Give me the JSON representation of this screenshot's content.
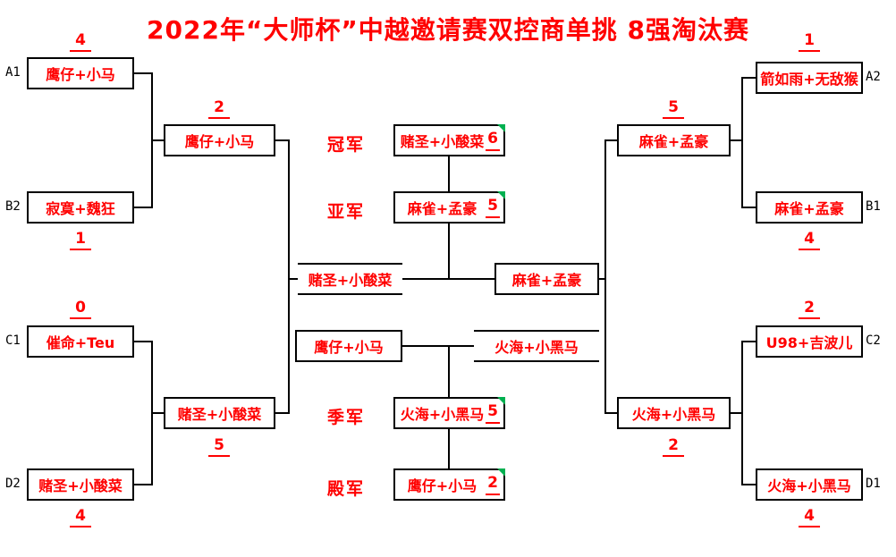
{
  "title": "2022年“大师杯”中越邀请赛双控商单挑 8强淘汰赛",
  "colors": {
    "text_red": "#ff0000",
    "line_black": "#000000",
    "marker_green": "#00b050",
    "background": "#ffffff"
  },
  "left": {
    "round1": [
      {
        "seed": "A1",
        "team": "鹰仔+小马",
        "score": "4"
      },
      {
        "seed": "B2",
        "team": "寂寞+魏狂",
        "score": "1"
      },
      {
        "seed": "C1",
        "team": "催命+Teu",
        "score": "0"
      },
      {
        "seed": "D2",
        "team": "赌圣+小酸菜",
        "score": "4"
      }
    ],
    "round2": [
      {
        "team": "鹰仔+小马",
        "score": "2"
      },
      {
        "team": "赌圣+小酸菜",
        "score": "5"
      }
    ]
  },
  "right": {
    "round1": [
      {
        "seed": "A2",
        "team": "箭如雨+无敌猴",
        "score": "1"
      },
      {
        "seed": "B1",
        "team": "麻雀+孟豪",
        "score": "4"
      },
      {
        "seed": "C2",
        "team": "U98+吉波儿",
        "score": "2"
      },
      {
        "seed": "D1",
        "team": "火海+小黑马",
        "score": "4"
      }
    ],
    "round2": [
      {
        "team": "麻雀+孟豪",
        "score": "5"
      },
      {
        "team": "火海+小黑马",
        "score": "2"
      }
    ]
  },
  "final": {
    "left_finalist": "赌圣+小酸菜",
    "right_finalist": "麻雀+孟豪"
  },
  "third_place_match": {
    "left_team": "鹰仔+小马",
    "right_team": "火海+小黑马"
  },
  "placements": [
    {
      "label": "冠军",
      "team": "赌圣+小酸菜",
      "score": "6"
    },
    {
      "label": "亚军",
      "team": "麻雀+孟豪",
      "score": "5"
    },
    {
      "label": "季军",
      "team": "火海+小黑马",
      "score": "5"
    },
    {
      "label": "殿军",
      "team": "鹰仔+小马",
      "score": "2"
    }
  ]
}
